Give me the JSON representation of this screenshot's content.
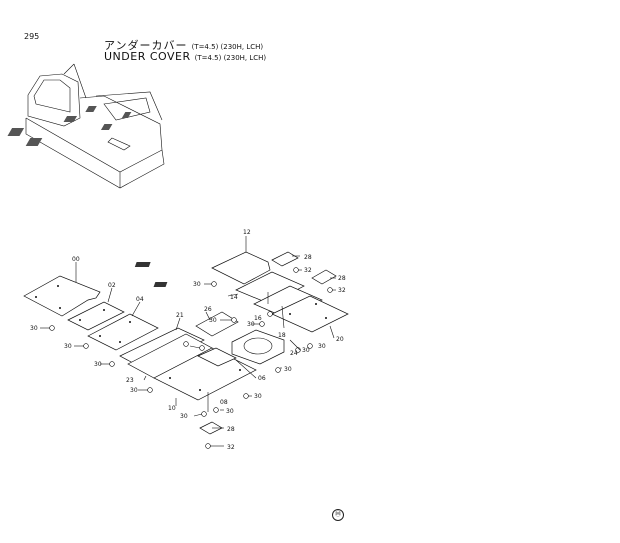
{
  "page": {
    "number": "295",
    "title_jp": "アンダーカバー",
    "title_jp_note": "(T=4.5) (230H, LCH)",
    "title_en": "UNDER COVER",
    "title_en_note": "(T=4.5) (230H, LCH)",
    "footer_mark": "Ⓜ"
  },
  "callouts": {
    "p12": "12",
    "p28a": "28",
    "p32a": "32",
    "p28b": "28",
    "p32b": "32",
    "p14": "14",
    "p30a": "30",
    "p00": "00",
    "p02": "02",
    "p04": "04",
    "p21": "21",
    "p26": "26",
    "p30b": "30",
    "p16": "16",
    "p18": "18",
    "p30c": "30",
    "p20": "20",
    "p30d": "30",
    "p30e": "30",
    "p30f": "30",
    "p30g": "30",
    "p30h": "30",
    "p24": "24",
    "p06": "06",
    "p30i": "30",
    "p23": "23",
    "p30j": "30",
    "p30k": "30",
    "p08": "08",
    "p10": "10",
    "p30l": "30",
    "p30m": "30",
    "p28c": "28",
    "p32c": "32"
  }
}
